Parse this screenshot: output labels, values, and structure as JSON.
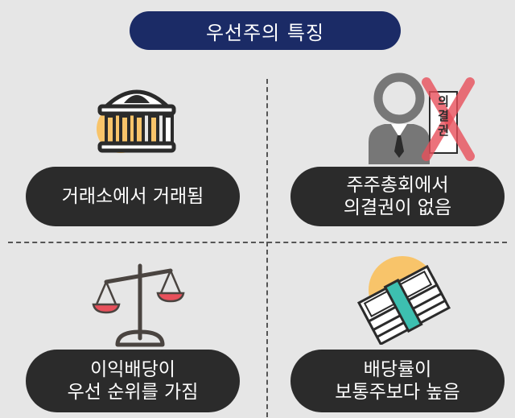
{
  "title": "우선주의 특징",
  "features": [
    {
      "line1": "거래소에서 거래됨",
      "line2": "",
      "icon": "bank-building-icon"
    },
    {
      "line1": "주주총회에서",
      "line2": "의결권이 없음",
      "icon": "shareholder-no-vote-icon"
    },
    {
      "line1": "이익배당이",
      "line2": "우선 순위를 가짐",
      "icon": "balance-scale-icon"
    },
    {
      "line1": "배당률이",
      "line2": "보통주보다 높음",
      "icon": "money-stack-icon"
    }
  ],
  "ballot_text": "의결권",
  "colors": {
    "title_bg": "#1b2b66",
    "pill_bg": "#2b2b2b",
    "accent_orange": "#f8c46a",
    "accent_red": "#e8505b",
    "background": "#e6e6e6"
  }
}
